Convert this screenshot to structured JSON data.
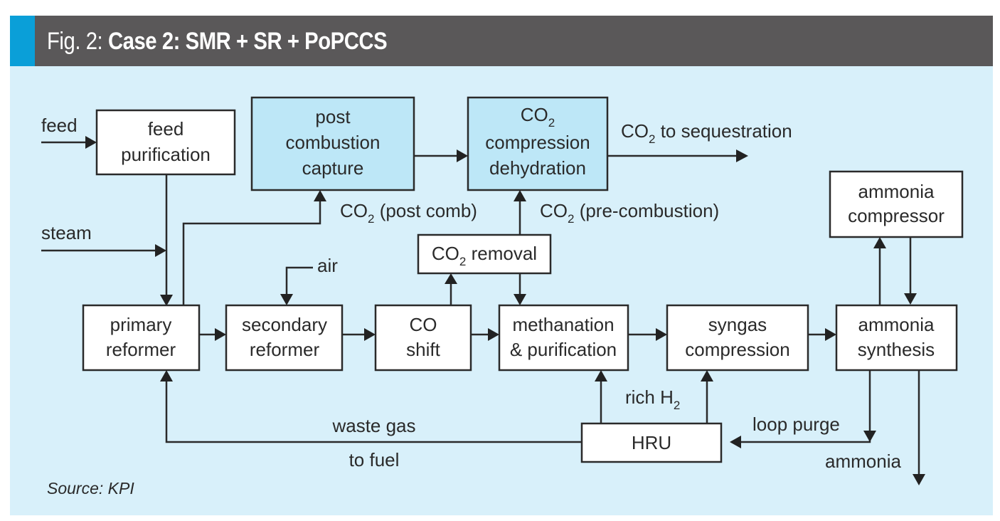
{
  "header": {
    "fig_label": "Fig. 2: ",
    "title": "Case 2: SMR + SR + PoPCCS"
  },
  "colors": {
    "header_bg": "#5a5859",
    "accent": "#0a9fd8",
    "panel_bg": "#d8f0fa",
    "capture_box": "#bde7f7"
  },
  "boxes": {
    "feed_purification": [
      "feed",
      "purification"
    ],
    "post_combustion_capture": [
      "post",
      "combustion",
      "capture"
    ],
    "co2_compression": {
      "co": "CO",
      "sub": "2",
      "lines": [
        "compression",
        "dehydration"
      ]
    },
    "ammonia_compressor": [
      "ammonia",
      "compressor"
    ],
    "co2_removal": {
      "co": "CO",
      "sub": "2",
      "rest": " removal"
    },
    "primary_reformer": [
      "primary",
      "reformer"
    ],
    "secondary_reformer": [
      "secondary",
      "reformer"
    ],
    "co_shift": [
      "CO",
      "shift"
    ],
    "methanation": [
      "methanation",
      "& purification"
    ],
    "syngas_compression": [
      "syngas",
      "compression"
    ],
    "ammonia_synthesis": [
      "ammonia",
      "synthesis"
    ],
    "hru": "HRU"
  },
  "labels": {
    "feed": "feed",
    "steam": "steam",
    "air": "air",
    "co2_post": {
      "co": "CO",
      "sub": "2",
      "rest": " (post comb)"
    },
    "co2_pre": {
      "co": "CO",
      "sub": "2",
      "rest": " (pre-combustion)"
    },
    "co2_seq": {
      "co": "CO",
      "sub": "2",
      "rest": " to sequestration"
    },
    "rich_h2": {
      "pre": "rich H",
      "sub": "2"
    },
    "waste_gas": "waste gas",
    "to_fuel": "to fuel",
    "loop_purge": "loop purge",
    "ammonia": "ammonia"
  },
  "source": "Source: KPI"
}
